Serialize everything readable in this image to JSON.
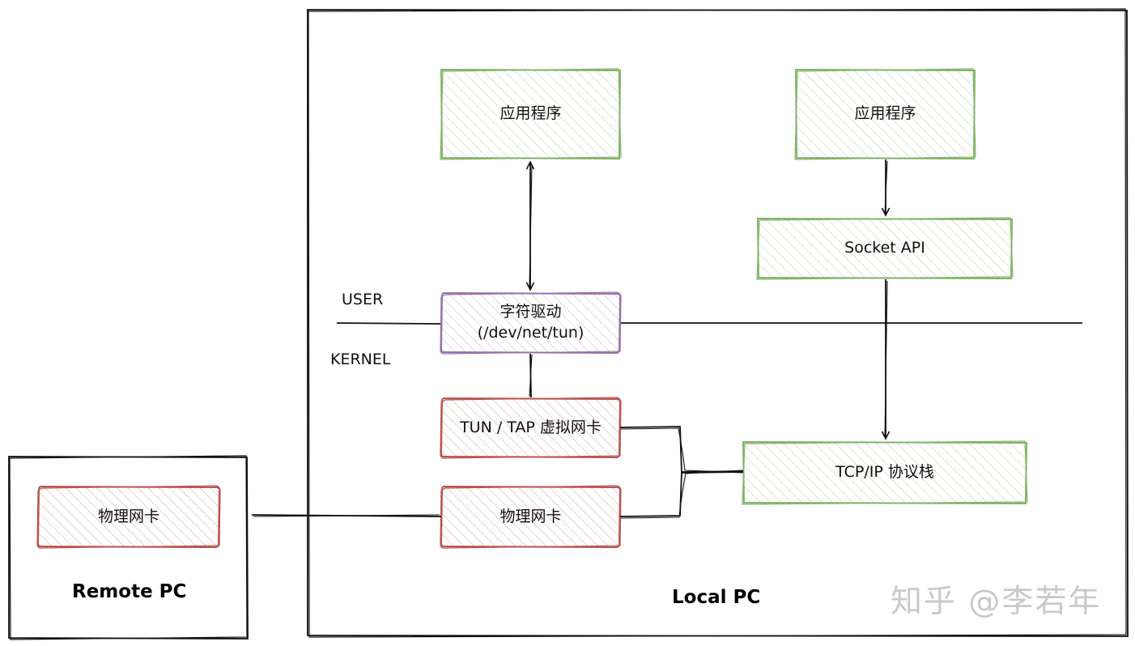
{
  "containers": {
    "local_pc": {
      "label": "Local PC"
    },
    "remote_pc": {
      "label": "Remote PC"
    }
  },
  "layers": {
    "user": "USER",
    "kernel": "KERNEL"
  },
  "nodes": {
    "app_left": {
      "label": "应用程序",
      "color": "#82b366"
    },
    "app_right": {
      "label": "应用程序",
      "color": "#82b366"
    },
    "socket_api": {
      "label": "Socket API",
      "color": "#82b366"
    },
    "char_driver": {
      "line1": "字符驱动",
      "line2": "(/dev/net/tun)",
      "color": "#9673a6"
    },
    "tun_tap": {
      "label": "TUN / TAP 虚拟网卡",
      "color": "#b85450"
    },
    "local_nic": {
      "label": "物理网卡",
      "color": "#b85450"
    },
    "tcpip_stack": {
      "label": "TCP/IP 协议栈",
      "color": "#82b366"
    },
    "remote_nic": {
      "label": "物理网卡",
      "color": "#b85450"
    }
  },
  "watermark": "知乎 @李若年"
}
